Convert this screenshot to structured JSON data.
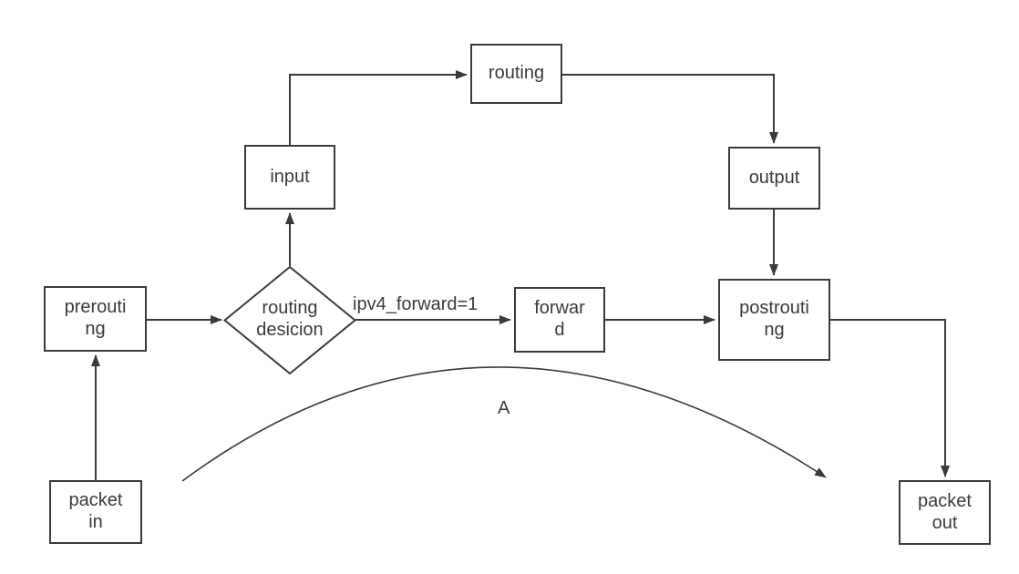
{
  "diagram": {
    "type": "flowchart",
    "background": "#ffffff",
    "colors": {
      "stroke": "#3a3a3a",
      "text": "#3a3a3a",
      "node_fill": "#ffffff"
    },
    "nodes": {
      "packet_in": {
        "label": "packet\nin",
        "shape": "rect"
      },
      "prerouting": {
        "label": "prerouti\nng",
        "shape": "rect"
      },
      "routing_decision": {
        "label": "routing\ndesicion",
        "shape": "diamond"
      },
      "input": {
        "label": "input",
        "shape": "rect"
      },
      "routing": {
        "label": "routing",
        "shape": "rect"
      },
      "output": {
        "label": "output",
        "shape": "rect"
      },
      "forward": {
        "label": "forwar\nd",
        "shape": "rect"
      },
      "postrouting": {
        "label": "postrouti\nng",
        "shape": "rect"
      },
      "packet_out": {
        "label": "packet\nout",
        "shape": "rect"
      }
    },
    "edges": [
      {
        "from": "packet in",
        "to": "prerouting",
        "label": "",
        "style": "straight"
      },
      {
        "from": "prerouting",
        "to": "routing desicion",
        "label": "",
        "style": "straight"
      },
      {
        "from": "routing desicion",
        "to": "input",
        "label": "",
        "style": "straight"
      },
      {
        "from": "input",
        "to": "routing",
        "label": "",
        "style": "elbow"
      },
      {
        "from": "routing",
        "to": "output",
        "label": "",
        "style": "elbow"
      },
      {
        "from": "output",
        "to": "postrouting",
        "label": "",
        "style": "straight"
      },
      {
        "from": "routing desicion",
        "to": "forward",
        "label": "ipv4_forward=1",
        "style": "straight"
      },
      {
        "from": "forward",
        "to": "postrouting",
        "label": "",
        "style": "straight"
      },
      {
        "from": "postrouting",
        "to": "packet out",
        "label": "",
        "style": "elbow"
      },
      {
        "from": "packet in",
        "to": "packet out",
        "label": "A",
        "style": "curved"
      }
    ]
  }
}
